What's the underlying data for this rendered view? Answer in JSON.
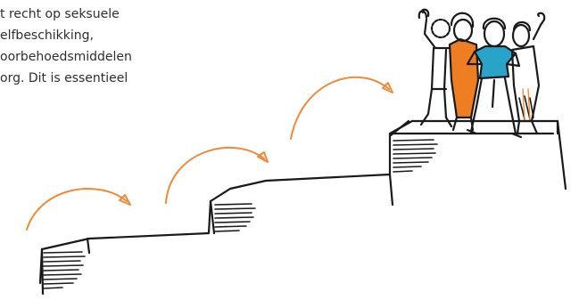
{
  "body_text": {
    "lines": [
      "t recht op seksuele",
      "elfbeschikking,",
      "oorbehoedsmiddelen",
      "org. Dit is essentieel"
    ]
  },
  "illustration": {
    "colors": {
      "ink": "#1a1a1a",
      "arrow": "#ef8a3a",
      "person_orange": "#ef7d22",
      "person_blue": "#2aa3c9"
    },
    "icons": [
      "curved-arrow-icon",
      "staircase",
      "celebrating-people"
    ]
  }
}
